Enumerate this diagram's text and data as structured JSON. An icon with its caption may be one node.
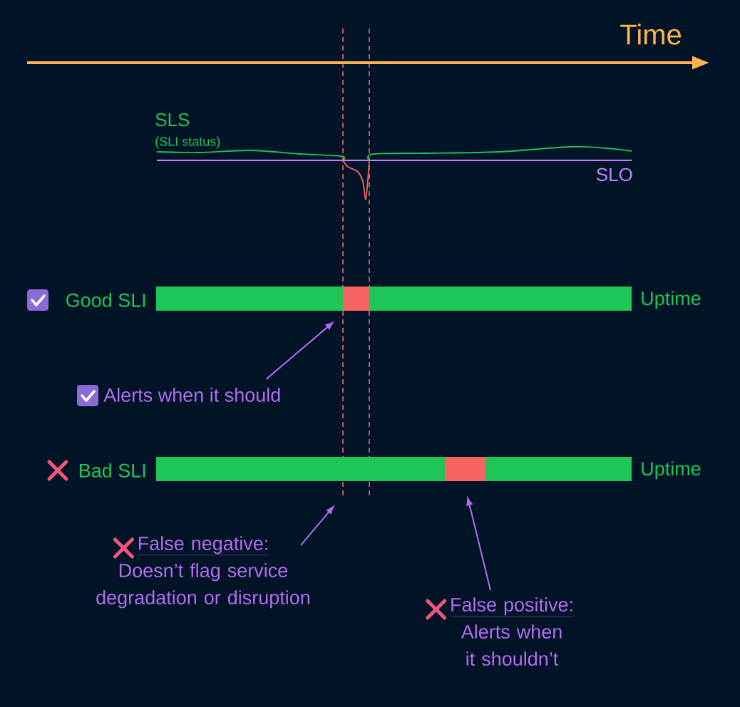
{
  "diagram": {
    "nodes": [
      {
        "text": [],
        "shape": "bar",
        "beside": [
          "Good SLI",
          "Uptime"
        ]
      },
      {
        "text": [],
        "shape": "bar",
        "in": 0
      },
      {
        "text": [
          "Alerts when it should"
        ]
      },
      {
        "text": [],
        "shape": "bar",
        "beside": [
          "Bad SLI",
          "Uptime"
        ]
      },
      {
        "text": [],
        "shape": "bar",
        "in": 3
      },
      {
        "text": [
          "False negative:",
          "Doesn’t flag service degradation or disruption"
        ]
      },
      {
        "text": [
          "False positive:",
          "Alerts when it shouldn’t"
        ]
      }
    ],
    "edges": [
      {
        "from": 2,
        "to": 1,
        "arrow": "to"
      },
      {
        "from": 5,
        "to": null,
        "arrow": "to"
      },
      {
        "from": 6,
        "to": 4,
        "arrow": "to"
      }
    ],
    "labels": [
      "Time",
      "SLS",
      "(SLI status)",
      "SLO"
    ]
  }
}
